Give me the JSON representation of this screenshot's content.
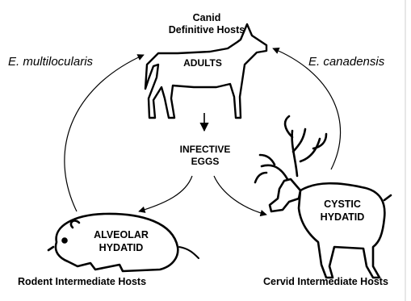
{
  "diagram": {
    "definitive_host_title": "Canid",
    "definitive_host_subtitle": "Definitive Hosts",
    "adults_label": "ADULTS",
    "eggs_line1": "INFECTIVE",
    "eggs_line2": "EGGS",
    "left_species": "E. multilocularis",
    "right_species": "E. canadensis",
    "alveolar_line1": "ALVEOLAR",
    "alveolar_line2": "HYDATID",
    "cystic_line1": "CYSTIC",
    "cystic_line2": "HYDATID",
    "rodent_hosts": "Rodent Intermediate Hosts",
    "cervid_hosts": "Cervid Intermediate Hosts"
  }
}
